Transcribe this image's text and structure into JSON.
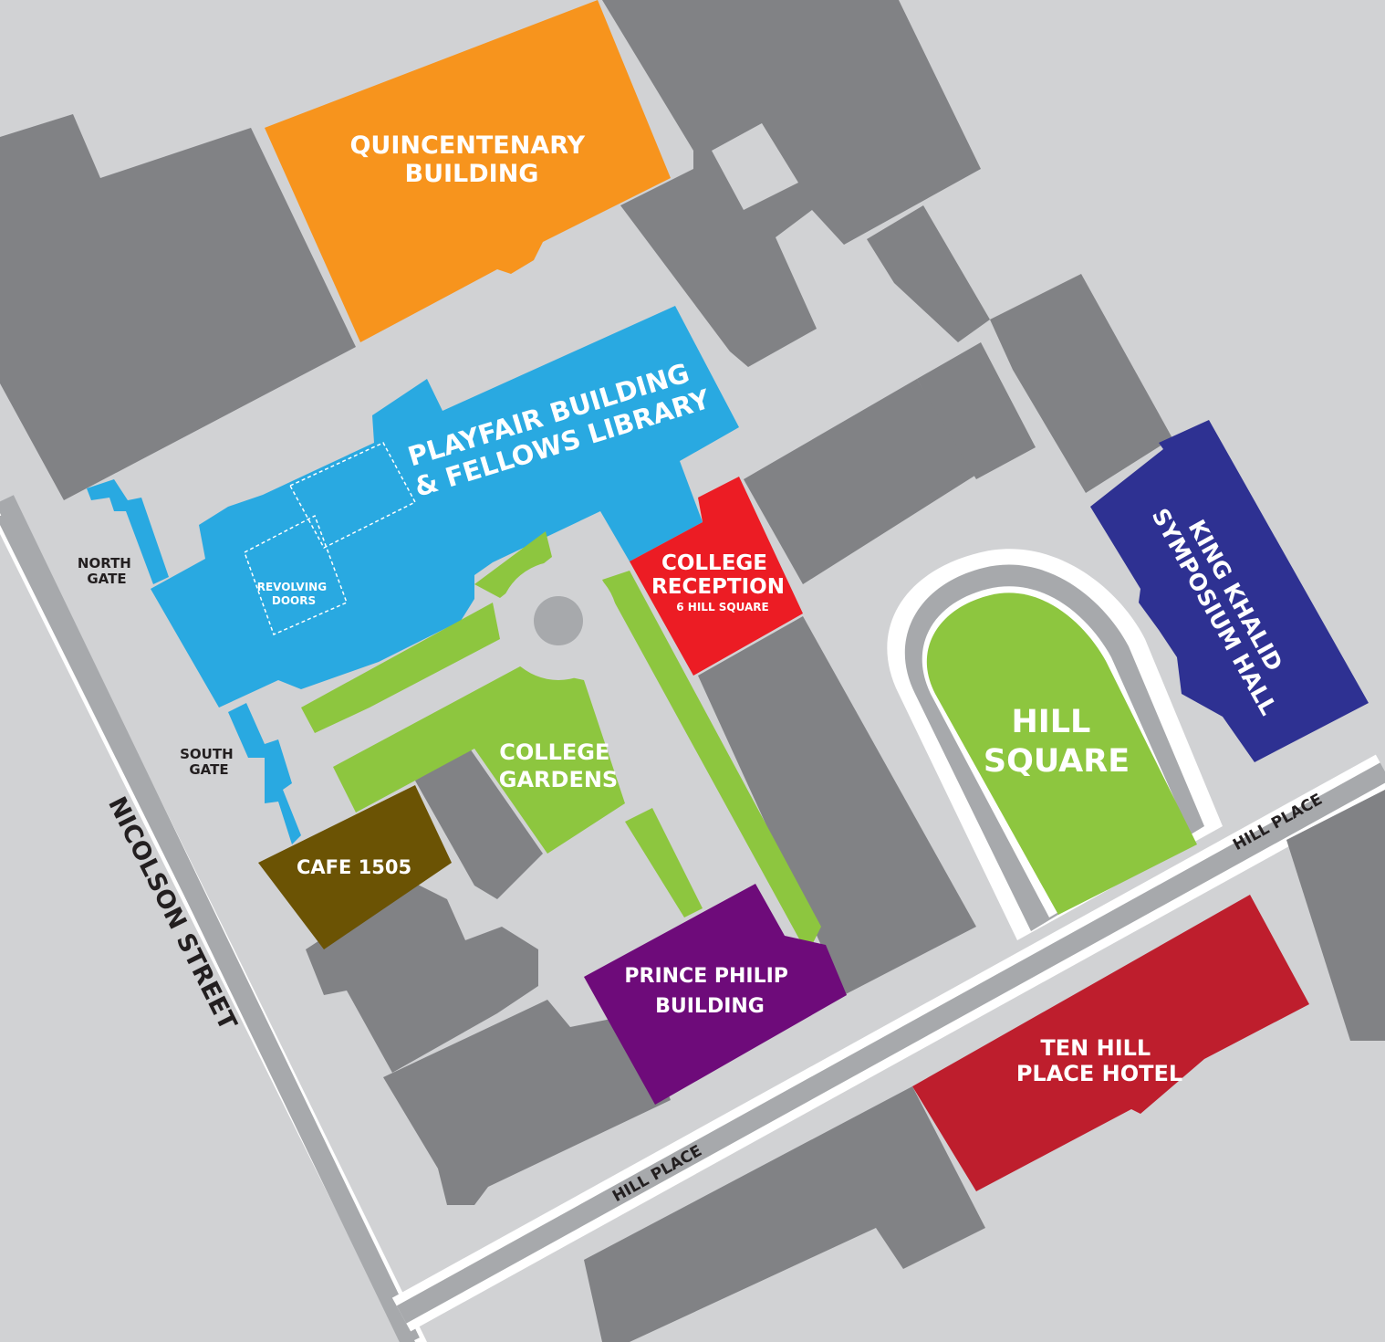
{
  "labels": {
    "quincentenary": [
      "QUINCENTENARY",
      "BUILDING"
    ],
    "playfair": [
      "PLAYFAIR BUILDING",
      "& FELLOWS LIBRARY"
    ],
    "revolving_doors": [
      "REVOLVING",
      "DOORS"
    ],
    "north_gate": [
      "NORTH",
      "GATE"
    ],
    "south_gate": [
      "SOUTH",
      "GATE"
    ],
    "college_reception": [
      "COLLEGE",
      "RECEPTION"
    ],
    "college_reception_address": "6 HILL SQUARE",
    "college_gardens": [
      "COLLEGE",
      "GARDENS"
    ],
    "cafe": "CAFE 1505",
    "prince_philip": [
      "PRINCE PHILIP",
      "BUILDING"
    ],
    "hill_square": [
      "HILL",
      "SQUARE"
    ],
    "king_khalid": [
      "KING KHALID",
      "SYMPOSIUM HALL"
    ],
    "ten_hill_place": [
      "TEN HILL",
      "PLACE HOTEL"
    ],
    "nicolson_street": "NICOLSON STREET",
    "hill_place_lower": "HILL PLACE",
    "hill_place_upper": "HILL PLACE"
  },
  "colors": {
    "background": "#d1d2d4",
    "building_grey": "#818285",
    "road_grey": "#a7a9ac",
    "quincentenary": "#f7941d",
    "playfair": "#29a9e1",
    "college_reception": "#ec1c24",
    "gardens": "#8dc63f",
    "cafe": "#6b5304",
    "prince_philip": "#6e0b7a",
    "king_khalid": "#2e3192",
    "ten_hill_place": "#be1e2d"
  }
}
